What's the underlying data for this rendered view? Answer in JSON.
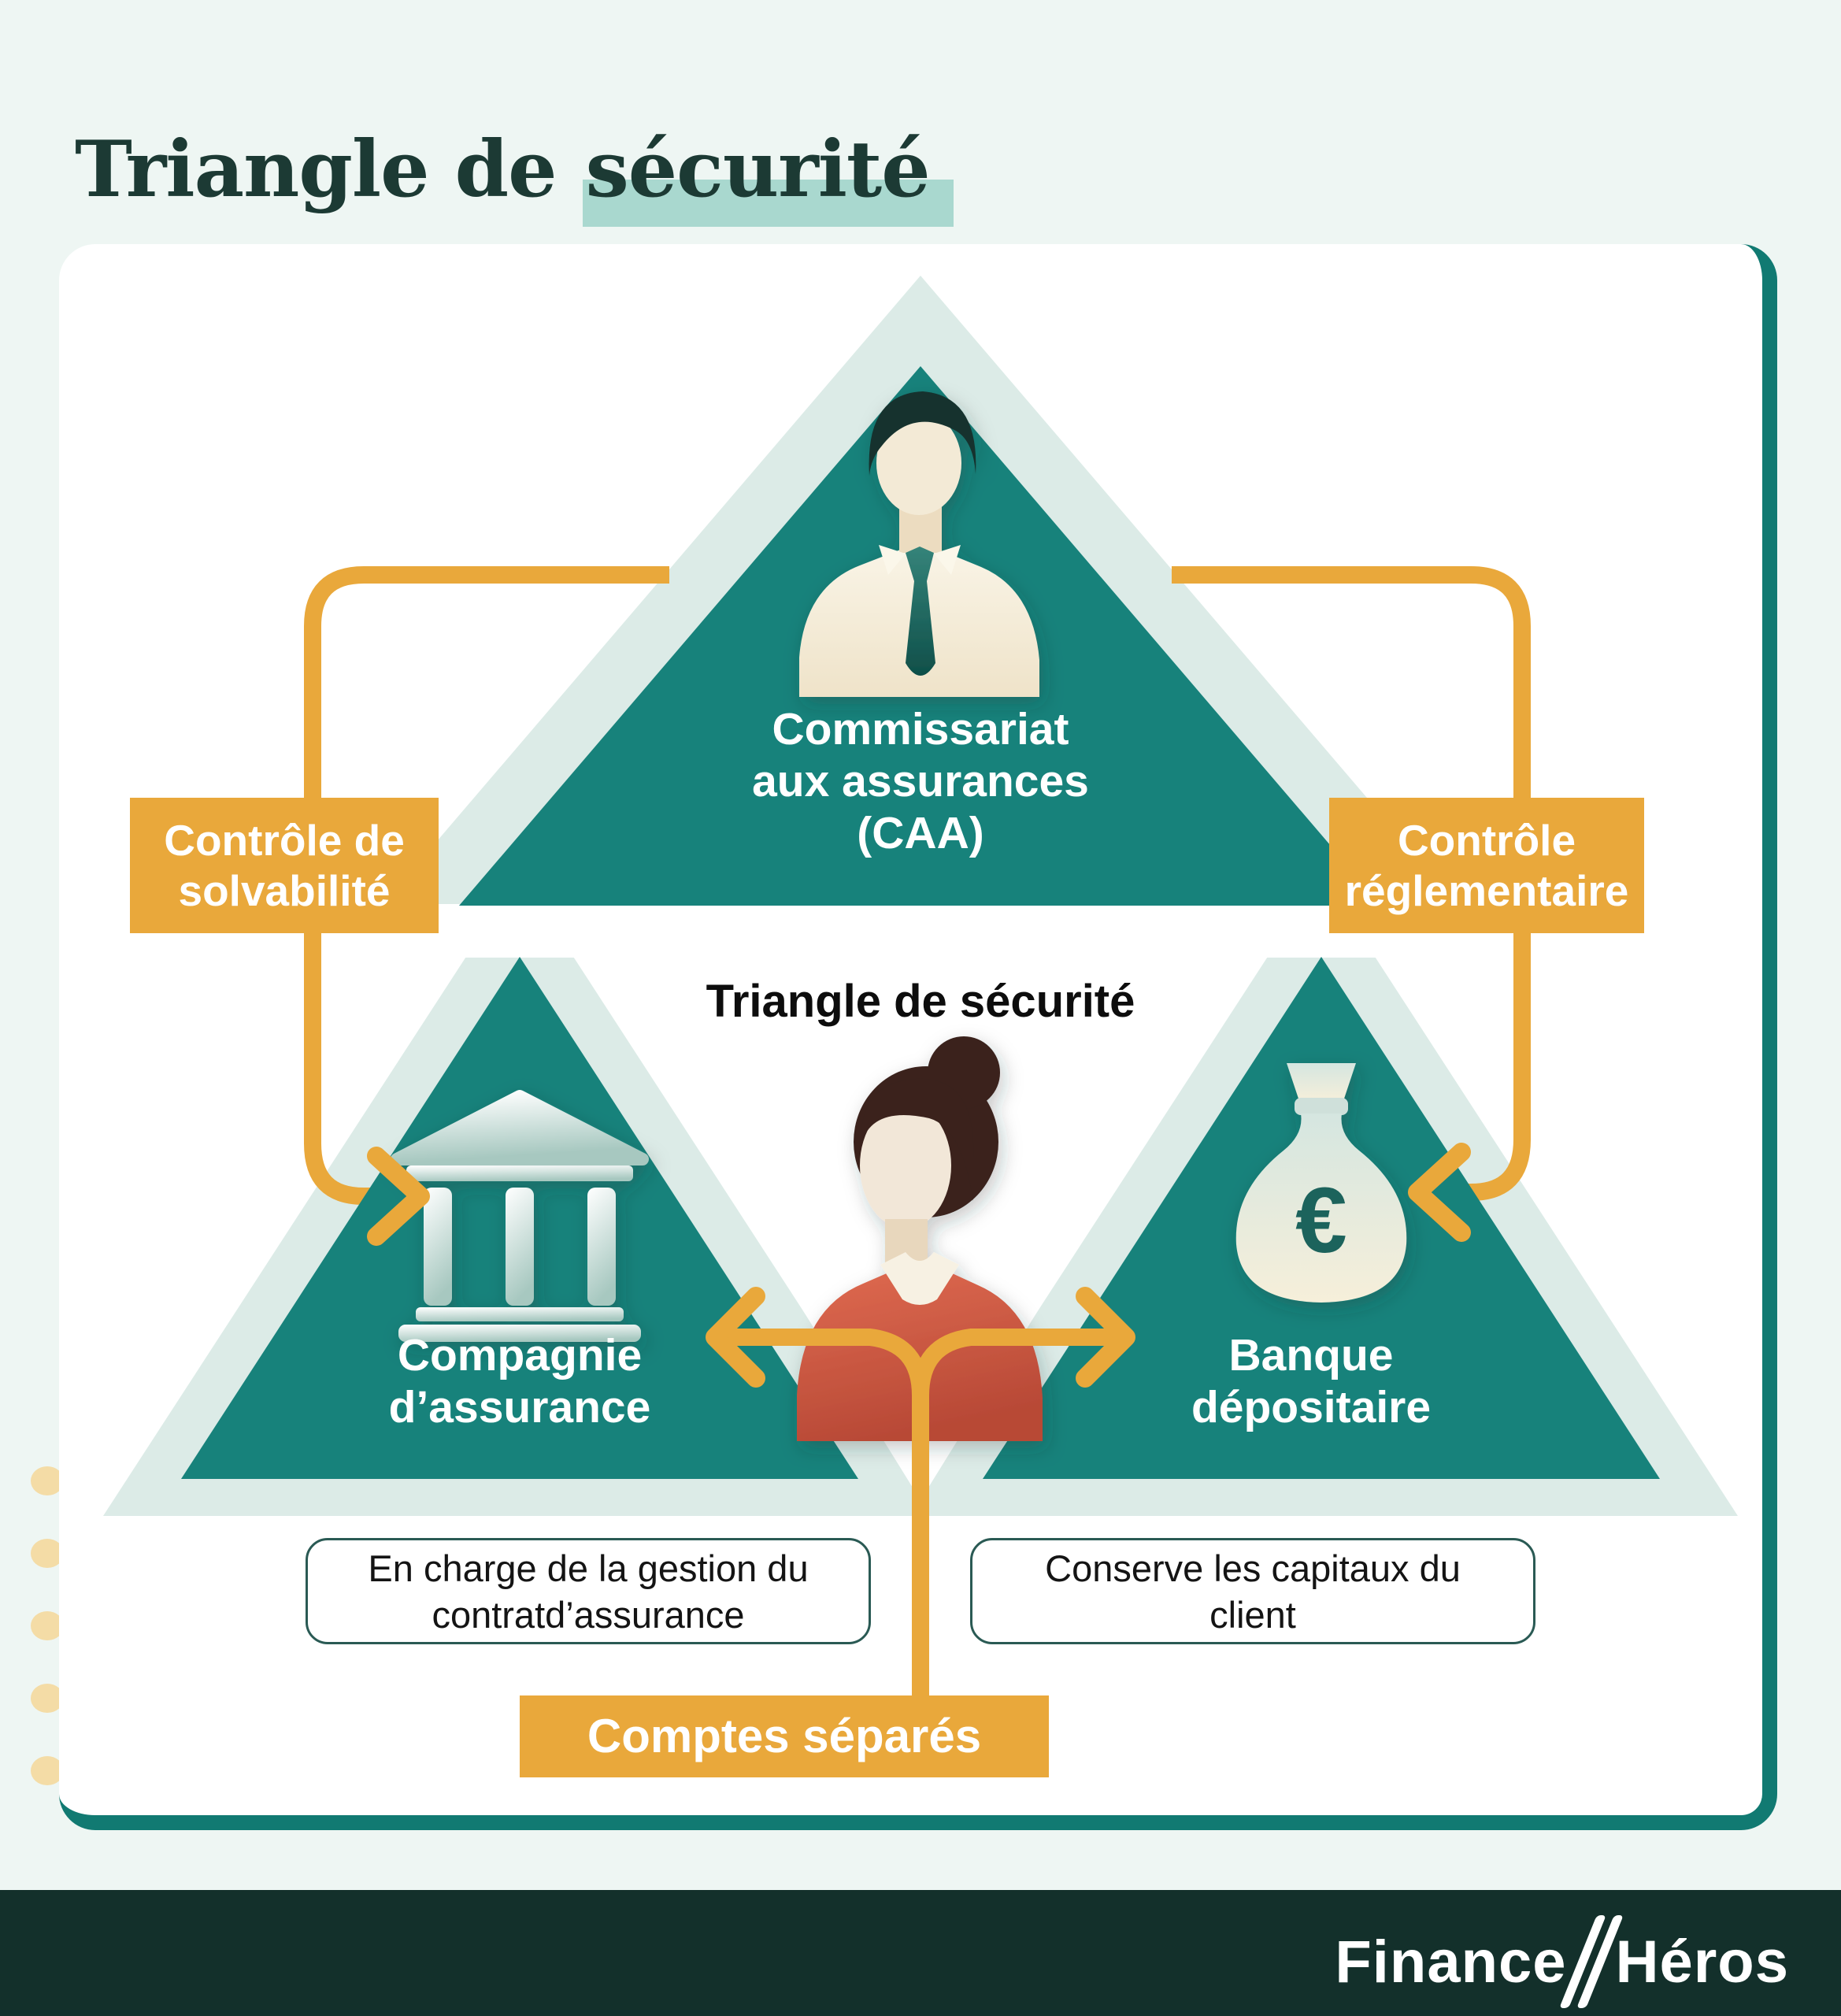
{
  "header": {
    "title_prefix": "Triangle de ",
    "title_highlight": "sécurité"
  },
  "diagram": {
    "center_label": "Triangle de sécurité",
    "top_triangle": {
      "icon": "businessman-icon",
      "lines": [
        "Commissariat",
        "aux assurances",
        "(CAA)"
      ]
    },
    "left_triangle": {
      "icon": "bank-icon",
      "lines": [
        "Compagnie",
        "d’assurance"
      ]
    },
    "right_triangle": {
      "icon": "money-bag-icon",
      "lines": [
        "Banque",
        "dépositaire"
      ]
    },
    "left_tag": {
      "lines": [
        "Contrôle de",
        "solvabilité"
      ]
    },
    "right_tag": {
      "lines": [
        "Contrôle",
        "réglementaire"
      ]
    },
    "bottom_tag": {
      "label": "Comptes séparés"
    },
    "left_note": {
      "lines": [
        "En charge de la gestion du",
        "contratd’assurance"
      ]
    },
    "right_note": {
      "lines": [
        "Conserve les capitaux du",
        "client"
      ]
    },
    "money_symbol": "€"
  },
  "footer": {
    "brand_left": "Finance",
    "brand_right": "Héros"
  },
  "colors": {
    "background": "#eef6f3",
    "teal_dark": "#17827b",
    "teal_light": "#dcebe7",
    "orange": "#e9a83b",
    "card_border": "#117a72",
    "footer_bg": "#13302b",
    "title_text": "#1c3a34",
    "title_highlight": "#a9d8cf",
    "dots": "#f4dca6"
  }
}
